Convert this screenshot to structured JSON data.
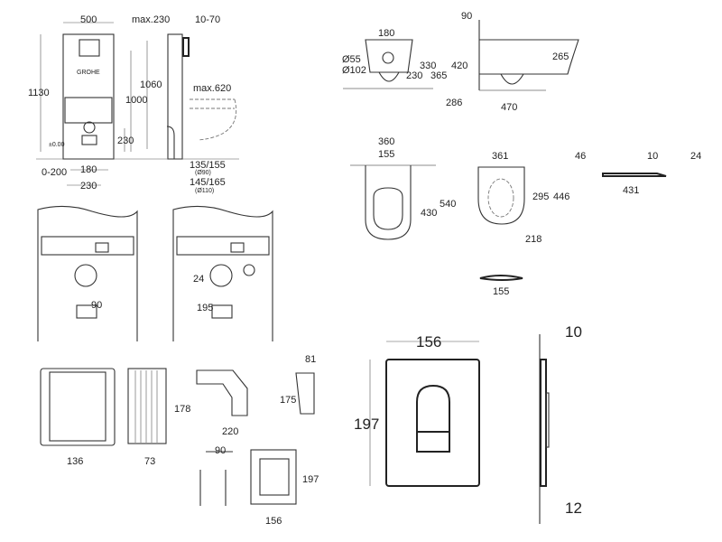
{
  "frame_front": {
    "width": "500",
    "height": "1130",
    "flush_height": "1000",
    "drain_height": "230",
    "drain_offset": "180",
    "axis": "230",
    "floor_adjust": "0-200",
    "zero": "±0.00",
    "logo": "GROHE"
  },
  "frame_side": {
    "wall_depth": "max.230",
    "plate_gap": "10-70",
    "inlet_height": "1060",
    "bowl_projection": "max.620",
    "pipe_90": "135/155",
    "pipe_90_note": "(Ø90)",
    "pipe_110": "145/165",
    "pipe_110_note": "(Ø110)"
  },
  "bowl_front": {
    "bolt_spacing": "180",
    "d55": "Ø55",
    "d102": "Ø102",
    "h330": "330",
    "h230": "230",
    "h365": "365"
  },
  "bowl_side": {
    "wall": "90",
    "height": "420",
    "depth": "265",
    "min": "286",
    "length": "470"
  },
  "bowl_top": {
    "width": "360",
    "bolts": "155",
    "length": "540",
    "to_bolt": "430"
  },
  "seat_top": {
    "width": "361",
    "opening": "295",
    "length": "446",
    "half": "218"
  },
  "seat_side": {
    "h46": "46",
    "h10": "10",
    "h24": "24",
    "length": "431"
  },
  "seat_hinge": {
    "spacing": "155"
  },
  "frame_details": {
    "d24": "24",
    "d90": "90",
    "d195": "195"
  },
  "parts": {
    "w136": "136",
    "d73": "73",
    "h178": "178",
    "w220": "220",
    "w81": "81",
    "h175": "175",
    "w90": "90",
    "h197": "197",
    "w156": "156"
  },
  "flush_plate": {
    "width": "156",
    "height": "197",
    "depth": "10",
    "side_depth": "12"
  }
}
